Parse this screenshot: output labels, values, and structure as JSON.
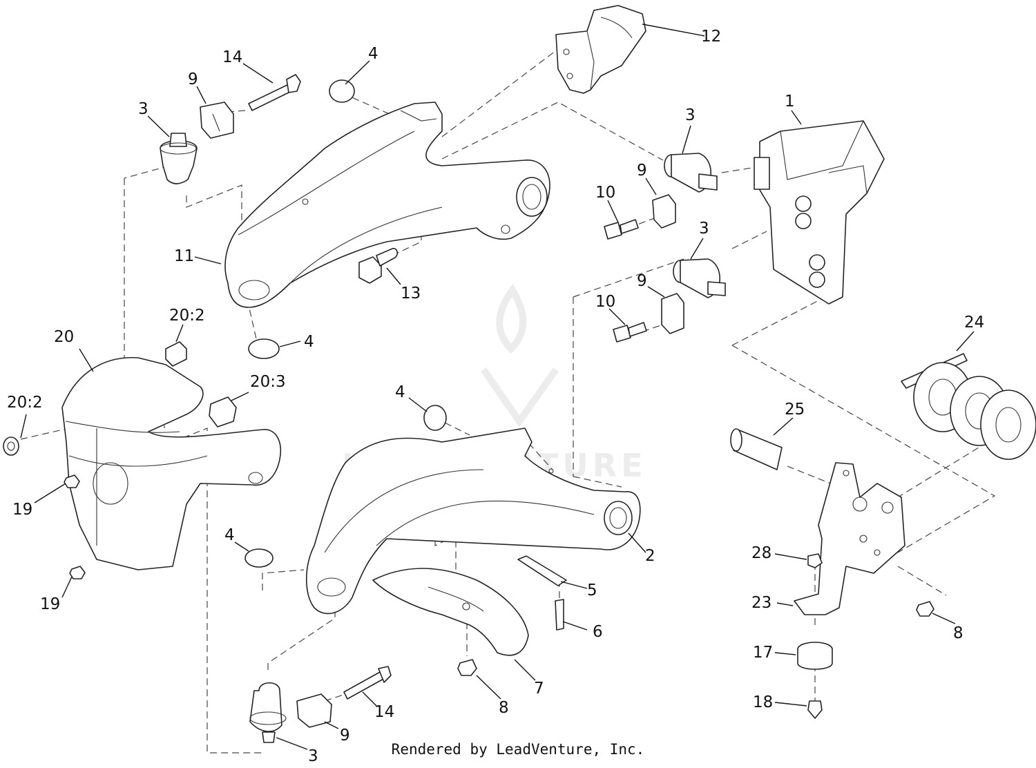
{
  "footer": {
    "credit": "Rendered by LeadVenture, Inc."
  },
  "watermark": {
    "text": "LEADVENTURE"
  },
  "callouts": [
    {
      "id": "c12",
      "label": "12"
    },
    {
      "id": "c14a",
      "label": "14"
    },
    {
      "id": "c4a",
      "label": "4"
    },
    {
      "id": "c9a",
      "label": "9"
    },
    {
      "id": "c3a",
      "label": "3"
    },
    {
      "id": "c1",
      "label": "1"
    },
    {
      "id": "c3b",
      "label": "3"
    },
    {
      "id": "c9b",
      "label": "9"
    },
    {
      "id": "c10a",
      "label": "10"
    },
    {
      "id": "c3c",
      "label": "3"
    },
    {
      "id": "c11",
      "label": "11"
    },
    {
      "id": "c13",
      "label": "13"
    },
    {
      "id": "c9c",
      "label": "9"
    },
    {
      "id": "c10b",
      "label": "10"
    },
    {
      "id": "c202a",
      "label": "20:2"
    },
    {
      "id": "c4b",
      "label": "4"
    },
    {
      "id": "c20",
      "label": "20"
    },
    {
      "id": "c24",
      "label": "24"
    },
    {
      "id": "c203",
      "label": "20:3"
    },
    {
      "id": "c202b",
      "label": "20:2"
    },
    {
      "id": "c4c",
      "label": "4"
    },
    {
      "id": "c25",
      "label": "25"
    },
    {
      "id": "c19a",
      "label": "19"
    },
    {
      "id": "c4d",
      "label": "4"
    },
    {
      "id": "c2",
      "label": "2"
    },
    {
      "id": "c28",
      "label": "28"
    },
    {
      "id": "c5",
      "label": "5"
    },
    {
      "id": "c19b",
      "label": "19"
    },
    {
      "id": "c23",
      "label": "23"
    },
    {
      "id": "c6",
      "label": "6"
    },
    {
      "id": "c8a",
      "label": "8"
    },
    {
      "id": "c17",
      "label": "17"
    },
    {
      "id": "c7",
      "label": "7"
    },
    {
      "id": "c14b",
      "label": "14"
    },
    {
      "id": "c8b",
      "label": "8"
    },
    {
      "id": "c18",
      "label": "18"
    },
    {
      "id": "c9d",
      "label": "9"
    },
    {
      "id": "c3d",
      "label": "3"
    }
  ]
}
